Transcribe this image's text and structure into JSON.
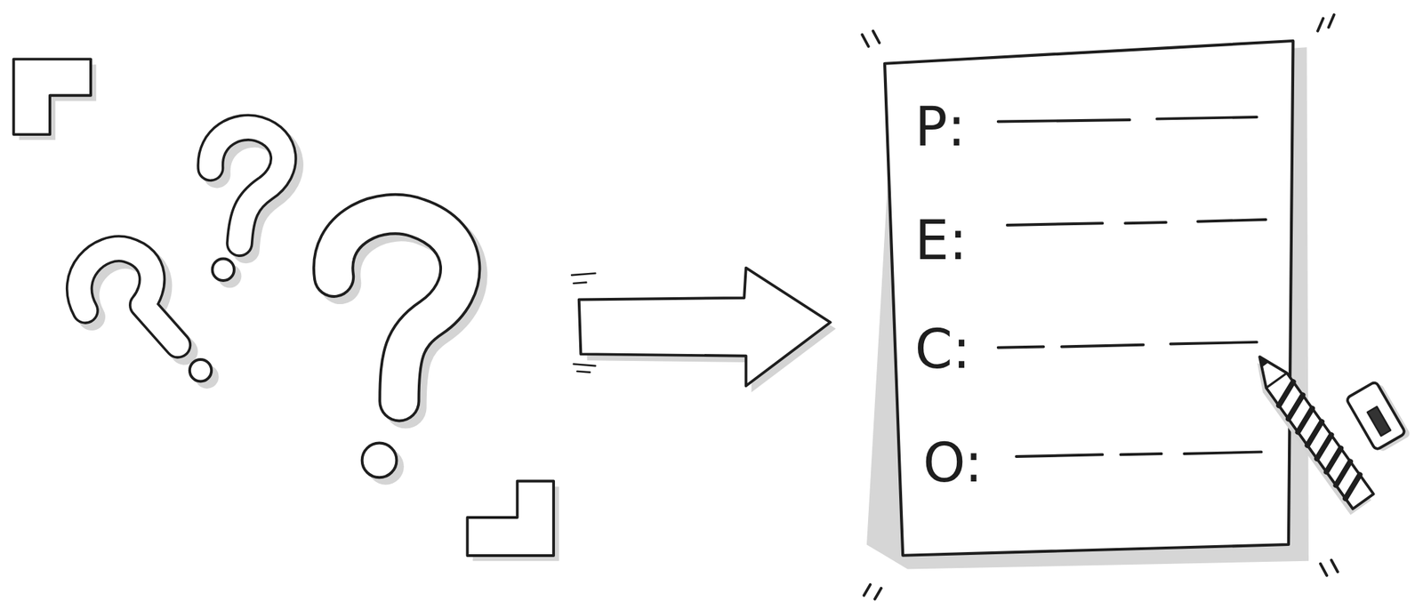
{
  "diagram": {
    "nodes": [
      {
        "text": [
          "P:",
          "E:",
          "C:",
          "O:"
        ]
      }
    ]
  }
}
